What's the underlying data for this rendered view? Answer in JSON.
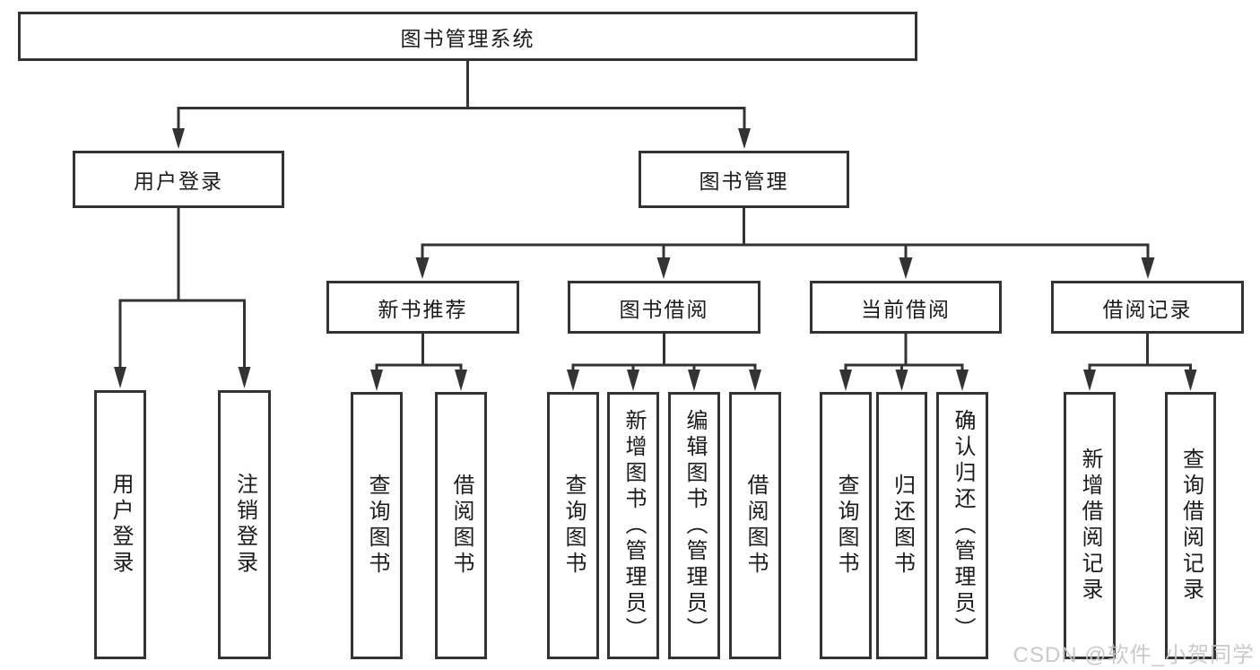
{
  "diagram": {
    "root_label": "图书管理系统",
    "user_login": {
      "label": "用户登录",
      "children": [
        "用户登录",
        "注销登录"
      ]
    },
    "book_mgmt": {
      "label": "图书管理",
      "sections": {
        "new_books": {
          "label": "新书推荐",
          "children": [
            "查询图书",
            "借阅图书"
          ]
        },
        "book_borrow": {
          "label": "图书借阅",
          "children": [
            "查询图书",
            "新增图书（管理员）",
            "编辑图书（管理员）",
            "借阅图书"
          ]
        },
        "current_borrow": {
          "label": "当前借阅",
          "children": [
            "查询图书",
            "归还图书",
            "确认归还（管理员）"
          ]
        },
        "borrow_records": {
          "label": "借阅记录",
          "children": [
            "新增借阅记录",
            "查询借阅记录"
          ]
        }
      }
    }
  },
  "watermark": "CSDN @软件_小贺同学",
  "colors": {
    "line": "#333333",
    "text": "#1b1b1b",
    "watermark": "#c5c5c5",
    "background": "#ffffff"
  }
}
